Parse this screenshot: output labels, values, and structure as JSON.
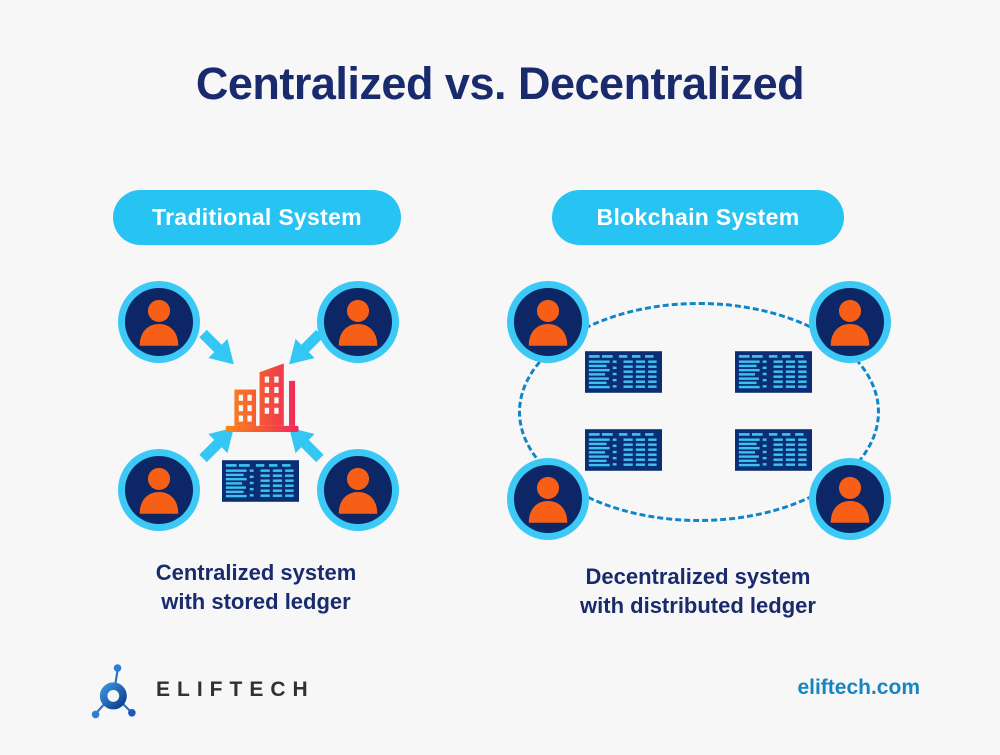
{
  "title": "Centralized vs. Decentralized",
  "panels": {
    "left": {
      "badge": "Traditional System",
      "caption_line1": "Centralized system",
      "caption_line2": "with stored ledger"
    },
    "right": {
      "badge": "Blokchain System",
      "caption_line1": "Decentralized system",
      "caption_line2": "with distributed ledger"
    }
  },
  "footer": {
    "brand": "ELIFTECH",
    "website": "eliftech.com"
  },
  "icons": {
    "avatar": "user-avatar-icon",
    "building": "office-building-icon",
    "ledger": "ledger-table-icon",
    "arrow": "inward-arrow-icon",
    "network": "dashed-network-ellipse",
    "logo": "eliftech-molecule-logo-icon"
  },
  "colors": {
    "background": "#f7f7f8",
    "navy_text": "#1a2b6d",
    "badge_cyan": "#27c3f3",
    "avatar_ring_cyan": "#3cc9f6",
    "avatar_navy": "#0d2766",
    "person_orange": "#f75f17",
    "building_orange": "#f8891b",
    "building_red": "#f0235f",
    "ledger_navy": "#0a2d74",
    "ledger_line_cyan": "#3ec0f0",
    "ellipse_blue": "#0d85c8",
    "website_blue": "#1885c0"
  }
}
